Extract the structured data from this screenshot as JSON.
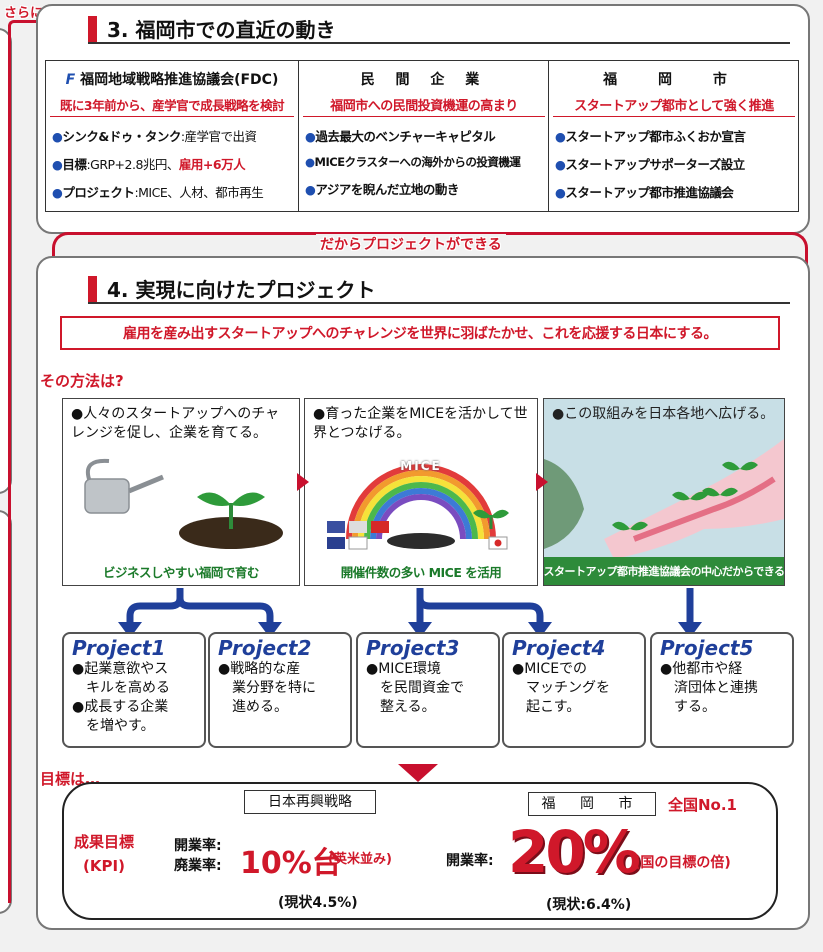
{
  "top_left_label": "さらに",
  "section3": {
    "title": "3. 福岡市での直近の動き",
    "columns": [
      {
        "header_logo": "F",
        "header": "福岡地域戦略推進協議会(FDC)",
        "subheader": "既に3年前から、産学官で成長戦略を検討",
        "items": [
          {
            "bold": "シンク&ドゥ・タンク",
            "text": ":産学官で出資"
          },
          {
            "bold": "目標",
            "text": ":GRP+2.8兆円、",
            "red": "雇用+6万人"
          },
          {
            "bold": "プロジェクト",
            "text": ":MICE、人材、都市再生"
          }
        ]
      },
      {
        "header": "民 間 企 業",
        "subheader": "福岡市への民間投資機運の高まり",
        "items": [
          {
            "bold": "過去最大のベンチャーキャピタル"
          },
          {
            "bold": "MICEクラスターへの海外からの投資機運"
          },
          {
            "bold": "アジアを睨んだ立地の動き"
          }
        ]
      },
      {
        "header": "福 岡 市",
        "subheader": "スタートアップ都市として強く推進",
        "items": [
          {
            "bold": "スタートアップ都市ふくおか宣言"
          },
          {
            "bold": "スタートアップサポーターズ設立"
          },
          {
            "bold": "スタートアップ都市推進協議会"
          }
        ]
      }
    ]
  },
  "connector_label": "だからプロジェクトができる",
  "section4": {
    "title": "4. 実現に向けたプロジェクト",
    "mission": "雇用を産み出すスタートアップへのチャレンジを世界に羽ばたかせ、これを応援する日本にする。",
    "method_label": "その方法は?",
    "images": [
      {
        "text": "●人々のスタートアップへのチャレンジを促し、企業を育てる。",
        "caption": "ビジネスしやすい福岡で育む"
      },
      {
        "text": "●育った企業をMICEを活かして世界とつなげる。",
        "mice": "MICE",
        "caption": "開催件数の多い MICE を活用"
      },
      {
        "text": "●この取組みを日本各地へ広げる。",
        "caption": "スタートアップ都市推進協議会の中心だからできる"
      }
    ],
    "projects": [
      {
        "label": "Project",
        "num": "1",
        "lines": [
          "●起業意欲やス",
          "キルを高める",
          "●成長する企業",
          "を増やす。"
        ]
      },
      {
        "label": "Project",
        "num": "2",
        "lines": [
          "●戦略的な産",
          "業分野を特に",
          "進める。"
        ]
      },
      {
        "label": "Project",
        "num": "3",
        "lines": [
          "●MICE環境",
          "を民間資金で",
          "整える。"
        ]
      },
      {
        "label": "Project",
        "num": "4",
        "lines": [
          "●MICEでの",
          "マッチングを",
          "起こす。"
        ]
      },
      {
        "label": "Project",
        "num": "5",
        "lines": [
          "●他都市や経",
          "済団体と連携",
          "する。"
        ]
      }
    ],
    "goal_label": "目標は…",
    "kpi": {
      "label_line1": "成果目標",
      "label_line2": "(KPI)",
      "left_box": "日本再興戦略",
      "left_rate1": "開業率",
      "left_rate2": "廃業率",
      "left_value": "10%台",
      "left_note": "(英米並み)",
      "left_current": "(現状4.5%)",
      "right_box": "福 岡 市",
      "right_badge": "全国No.1",
      "right_rate": "開業率",
      "right_value": "20%",
      "right_note": "(国の目標の倍)",
      "right_current": "(現状:6.4%)"
    }
  }
}
